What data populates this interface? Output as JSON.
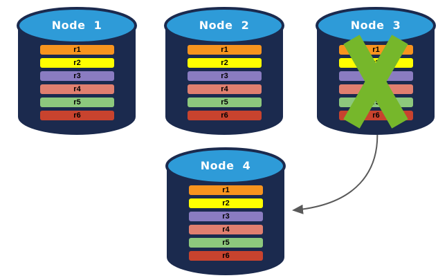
{
  "colors": {
    "cylinder_body": "#1B2A4E",
    "cylinder_top": "#2E9BD8",
    "cylinder_outline": "#1B2A4E",
    "x_mark": "#76B72B",
    "arrow": "#595959",
    "title_text": "#FFFFFF",
    "row_text": "#000000"
  },
  "nodes": [
    {
      "title": "Node  1",
      "rows": [
        {
          "label": "r1",
          "color": "#F7941E"
        },
        {
          "label": "r2",
          "color": "#FFFF00"
        },
        {
          "label": "r3",
          "color": "#8A7CC1"
        },
        {
          "label": "r4",
          "color": "#E07F6F"
        },
        {
          "label": "r5",
          "color": "#8DC87D"
        },
        {
          "label": "r6",
          "color": "#C8432E"
        }
      ]
    },
    {
      "title": "Node  2",
      "rows": [
        {
          "label": "r1",
          "color": "#F7941E"
        },
        {
          "label": "r2",
          "color": "#FFFF00"
        },
        {
          "label": "r3",
          "color": "#8A7CC1"
        },
        {
          "label": "r4",
          "color": "#E07F6F"
        },
        {
          "label": "r5",
          "color": "#8DC87D"
        },
        {
          "label": "r6",
          "color": "#C8432E"
        }
      ]
    },
    {
      "title": "Node  3",
      "crossed_out": true,
      "rows": [
        {
          "label": "r1",
          "color": "#F7941E"
        },
        {
          "label": "r2",
          "color": "#FFFF00"
        },
        {
          "label": "r3",
          "color": "#8A7CC1"
        },
        {
          "label": "r4",
          "color": "#E07F6F"
        },
        {
          "label": "r5",
          "color": "#8DC87D"
        },
        {
          "label": "r6",
          "color": "#C8432E"
        }
      ]
    },
    {
      "title": "Node  4",
      "rows": [
        {
          "label": "r1",
          "color": "#F7941E"
        },
        {
          "label": "r2",
          "color": "#FFFF00"
        },
        {
          "label": "r3",
          "color": "#8A7CC1"
        },
        {
          "label": "r4",
          "color": "#E07F6F"
        },
        {
          "label": "r5",
          "color": "#8DC87D"
        },
        {
          "label": "r6",
          "color": "#C8432E"
        }
      ]
    }
  ]
}
